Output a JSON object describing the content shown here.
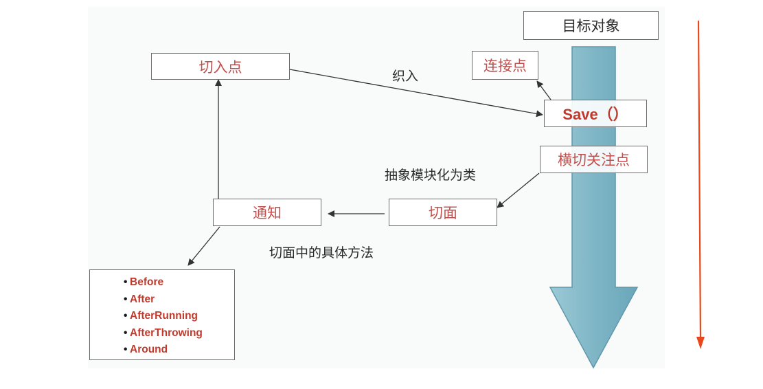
{
  "nodes": {
    "target_object": "目标对象",
    "pointcut": "切入点",
    "joinpoint": "连接点",
    "save": "Save（）",
    "crosscutting_concern": "横切关注点",
    "aspect": "切面",
    "advice": "通知"
  },
  "edge_labels": {
    "weaving": "织入",
    "abstract_to_class": "抽象模块化为类",
    "aspect_methods": "切面中的具体方法"
  },
  "advice_types": [
    "Before",
    "After",
    "AfterRunning",
    "AfterThrowing",
    "Around"
  ],
  "colors": {
    "node_text": "#c0504d",
    "big_arrow_fill": "#7fb6c6",
    "timeline_arrow": "#e8481c",
    "connector": "#333333"
  }
}
